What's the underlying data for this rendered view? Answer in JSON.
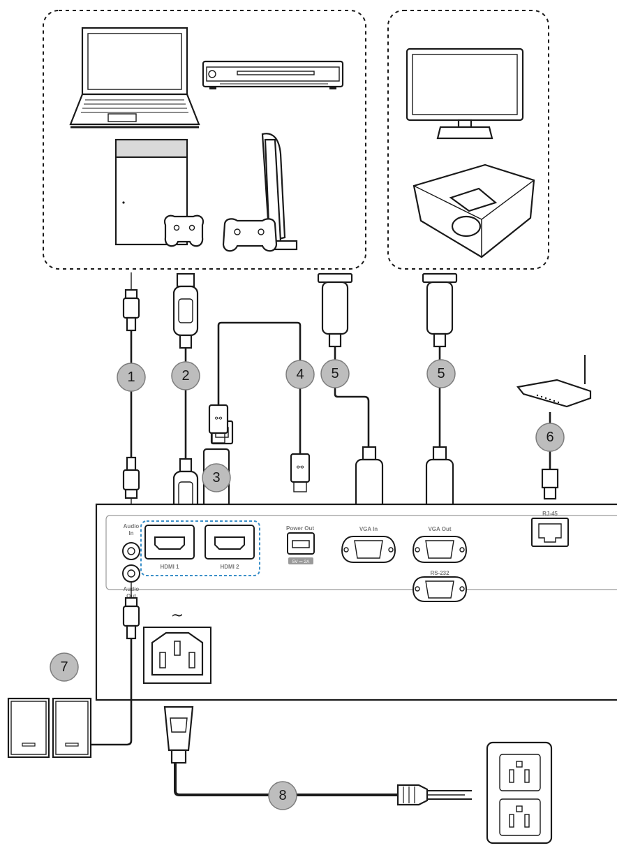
{
  "labels": {
    "audio_in_1": "Audio",
    "audio_in_2": "In",
    "audio_out_1": "Audio",
    "audio_out_2": "Out",
    "hdmi1": "HDMI 1",
    "hdmi2": "HDMI 2",
    "power_out": "Power Out",
    "power_out_rating": "5V ⎓ 2A",
    "vga_in": "VGA In",
    "vga_out": "VGA Out",
    "rs232": "RS-232",
    "rj45": "RJ-45",
    "ac_symbol": "~"
  },
  "callouts": [
    {
      "id": "audio-cable",
      "number": "1"
    },
    {
      "id": "hdmi-cable",
      "number": "2"
    },
    {
      "id": "hdmi-dongle",
      "number": "3"
    },
    {
      "id": "usb-power-cable",
      "number": "4"
    },
    {
      "id": "vga-in-cable",
      "number": "5"
    },
    {
      "id": "vga-out-cable",
      "number": "5"
    },
    {
      "id": "lan-cable",
      "number": "6"
    },
    {
      "id": "speakers",
      "number": "7"
    },
    {
      "id": "power-cord",
      "number": "8"
    }
  ],
  "devices": {
    "sources": [
      "laptop-icon",
      "dvd-player-icon",
      "xbox-console-icon",
      "playstation-console-icon"
    ],
    "outputs": [
      "monitor-icon",
      "projector-icon"
    ],
    "network": [
      "router-icon"
    ],
    "audio": [
      "speakers-icon"
    ],
    "power": [
      "wall-outlet-icon"
    ]
  },
  "colors": {
    "badge_fill": "#bdbdbd",
    "hdmi_group_outline": "#3a8fc8",
    "line": "#1a1a1a"
  }
}
